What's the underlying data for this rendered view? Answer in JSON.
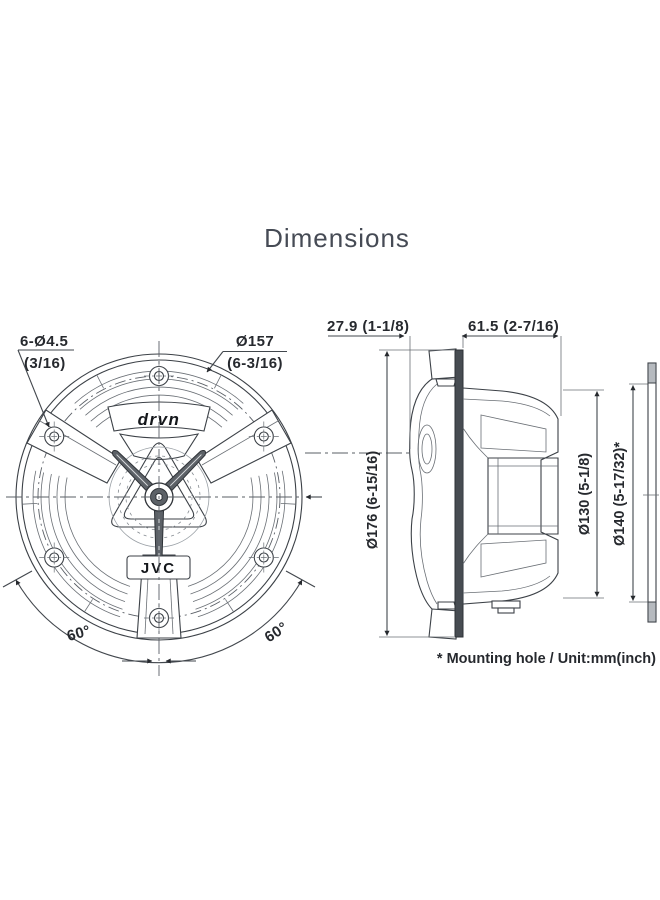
{
  "title": "Dimensions",
  "front_view": {
    "brand_logo": "drvn",
    "maker_logo": "JVC",
    "screw_holes_label": {
      "line1": "6-Ø4.5",
      "line2": "(3/16)"
    },
    "bolt_circle_label": {
      "line1": "Ø157",
      "line2": "(6-3/16)"
    },
    "angle_left": "60°",
    "angle_right": "60°"
  },
  "side_view": {
    "protrusion_depth": "27.9 (1-1/8)",
    "mounting_depth": "61.5 (2-7/16)",
    "overall_diameter": "Ø176 (6-15/16)",
    "basket_diameter": "Ø130 (5-1/8)",
    "mounting_hole_diameter": "Ø140 (5-17/32)*"
  },
  "footnote": "* Mounting hole / Unit:mm(inch)",
  "colors": {
    "line": "#3c4147",
    "text": "#26292e",
    "background": "#ffffff"
  }
}
